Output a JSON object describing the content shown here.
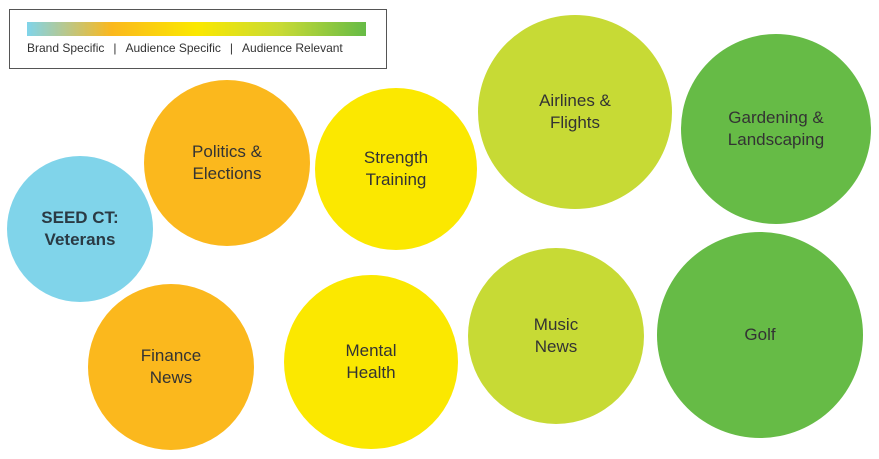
{
  "legend": {
    "labels": [
      "Brand Specific",
      "Audience Specific",
      "Audience Relevant"
    ],
    "separator": "|",
    "gradient_colors": [
      "#80d4ea",
      "#fbb81d",
      "#fbe800",
      "#c7da35",
      "#66bb46"
    ]
  },
  "bubbles": [
    {
      "label": "SEED CT:\nVeterans",
      "color": "#80d4ea",
      "bold": true
    },
    {
      "label": "Politics &\nElections",
      "color": "#fbb81d"
    },
    {
      "label": "Finance\nNews",
      "color": "#fbb81d"
    },
    {
      "label": "Strength\nTraining",
      "color": "#fbe800"
    },
    {
      "label": "Mental\nHealth",
      "color": "#fbe800"
    },
    {
      "label": "Airlines &\nFlights",
      "color": "#c7da35"
    },
    {
      "label": "Music\nNews",
      "color": "#c7da35"
    },
    {
      "label": "Gardening &\nLandscaping",
      "color": "#66bb46"
    },
    {
      "label": "Golf",
      "color": "#66bb46"
    }
  ]
}
